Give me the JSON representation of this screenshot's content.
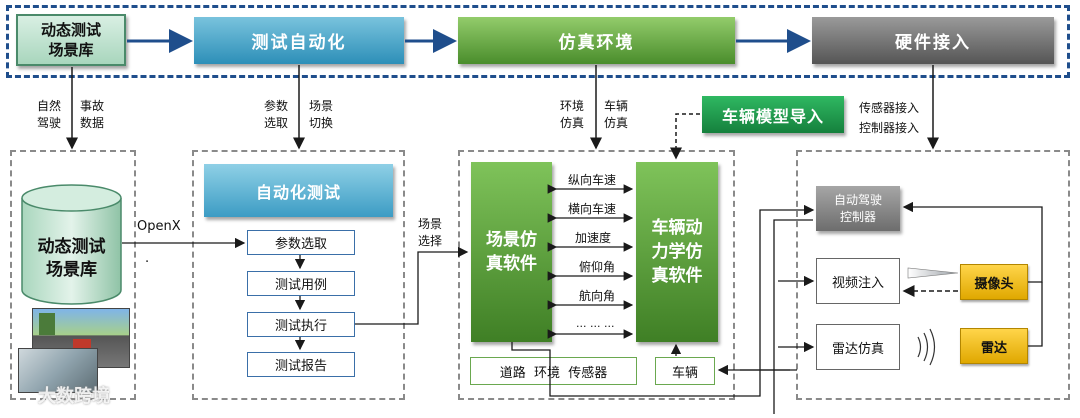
{
  "top_row": {
    "db_label": "动态测试\n场景库",
    "automation": "测试自动化",
    "simulation": "仿真环境",
    "hardware": "硬件接入"
  },
  "edge_labels": {
    "natural_driving": "自然\n驾驶",
    "accident_data": "事故\n数据",
    "param_select": "参数\n选取",
    "scene_switch": "场景\n切换",
    "env_sim": "环境\n仿真",
    "vehicle_sim": "车辆\n仿真",
    "sensor_access": "传感器接入\n控制器接入",
    "openx": "OpenX",
    "openx_dot": ".",
    "scene_select": "场景\n选择"
  },
  "vehicle_model_import": "车辆模型导入",
  "left_panel": {
    "db_cylinder": "动态测试\n场景库"
  },
  "auto_panel": {
    "title": "自动化测试",
    "steps": [
      "参数选取",
      "测试用例",
      "测试执行",
      "测试报告"
    ]
  },
  "sim_panel": {
    "scene_software": "场景仿\n真软件",
    "dynamics_software": "车辆动\n力学仿\n真软件",
    "signals": [
      "纵向车速",
      "横向车速",
      "加速度",
      "俯仰角",
      "航向角",
      "... ... ..."
    ],
    "road_env_sensor": "道路  环境  传感器",
    "vehicle": "车辆"
  },
  "hw_panel": {
    "controller": "自动驾驶\n控制器",
    "video_inject": "视频注入",
    "radar_sim": "雷达仿真",
    "camera": "摄像头",
    "radar": "雷达"
  },
  "watermark": "大数跨境",
  "colors": {
    "teal_header": "#3aa6c9",
    "green_header": "#5da43c",
    "gray_header": "#6f6f6f",
    "vehicle_import_green": "#1e9a4c",
    "top_frame_blue": "#1f4e8c"
  }
}
